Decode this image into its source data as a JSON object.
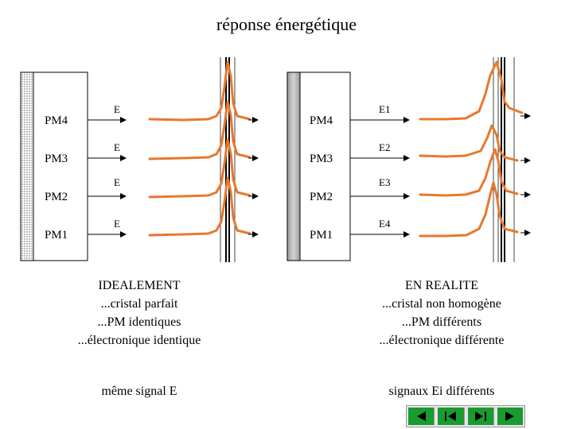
{
  "title": "réponse énergétique",
  "colors": {
    "signal": "#e8782e",
    "crystal": "#c8c8c8",
    "nav_button": "#1a9b2f"
  },
  "left": {
    "pm_labels": [
      "PM4",
      "PM3",
      "PM2",
      "PM1"
    ],
    "energy_labels": [
      "E",
      "E",
      "E",
      "E"
    ],
    "caption": [
      "IDEALEMENT",
      "...cristal parfait",
      "...PM identiques",
      "...électronique identique"
    ],
    "footer": "même signal E"
  },
  "right": {
    "pm_labels": [
      "PM4",
      "PM3",
      "PM2",
      "PM1"
    ],
    "energy_labels": [
      "E1",
      "E2",
      "E3",
      "E4"
    ],
    "caption": [
      "EN REALITE",
      "...cristal non homogène",
      "...PM différents",
      "...électronique différente"
    ],
    "footer": "signaux Ei différents"
  },
  "nav": [
    {
      "icon": "first-slide-icon"
    },
    {
      "icon": "previous-slide-icon"
    },
    {
      "icon": "next-slide-icon"
    },
    {
      "icon": "last-slide-icon"
    }
  ]
}
